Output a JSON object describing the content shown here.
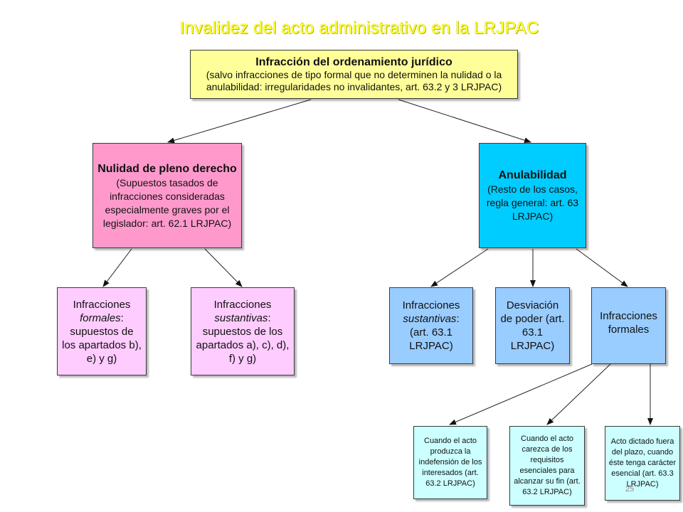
{
  "title": "Invalidez del acto administrativo en la LRJPAC",
  "root": {
    "heading": "Infracción del ordenamiento jurídico",
    "detail": "(salvo infracciones de tipo formal que no determinen la nulidad o la anulabilidad: irregularidades no invalidantes, art. 63.2 y 3 LRJPAC)"
  },
  "nulidad": {
    "heading": "Nulidad de pleno derecho",
    "detail": "(Supuestos tasados de infracciones consideradas especialmente graves por el legislador: art. 62.1 LRJPAC)",
    "children": [
      {
        "pre": "Infracciones ",
        "em": "formales",
        "post": ": supuestos de los apartados b), e) y g)"
      },
      {
        "pre": "Infracciones ",
        "em": "sustantivas",
        "post": ": supuestos de los apartados a), c), d), f) y g)"
      }
    ]
  },
  "anulabilidad": {
    "heading": "Anulabilidad",
    "detail": "(Resto de los casos, regla general: art. 63 LRJPAC)",
    "children": [
      {
        "pre": "Infracciones ",
        "em": "sustantivas",
        "post": ": (art. 63.1 LRJPAC)"
      },
      {
        "pre": "Desviación de poder (art. 63.1 LRJPAC)",
        "em": "",
        "post": ""
      },
      {
        "pre": "Infracciones formales",
        "em": "",
        "post": ""
      }
    ]
  },
  "formales": {
    "children": [
      "Cuando el acto produzca la indefensión de los interesados (art. 63.2 LRJPAC)",
      "Cuando el acto carezca de los requisitos esenciales para alcanzar su fin (art. 63.2 LRJPAC)",
      "Acto dictado fuera del plazo, cuando éste tenga carácter esencial (art. 63.3 LRJPAC)"
    ]
  },
  "page_number": "25",
  "colors": {
    "title": "#ffff33",
    "root": "#ffff99",
    "nulidad": "#ff99cc",
    "nulidad_children": "#ffccff",
    "anulabilidad": "#00ccff",
    "anulabilidad_children": "#99ccff",
    "formales_children": "#ccffff"
  }
}
